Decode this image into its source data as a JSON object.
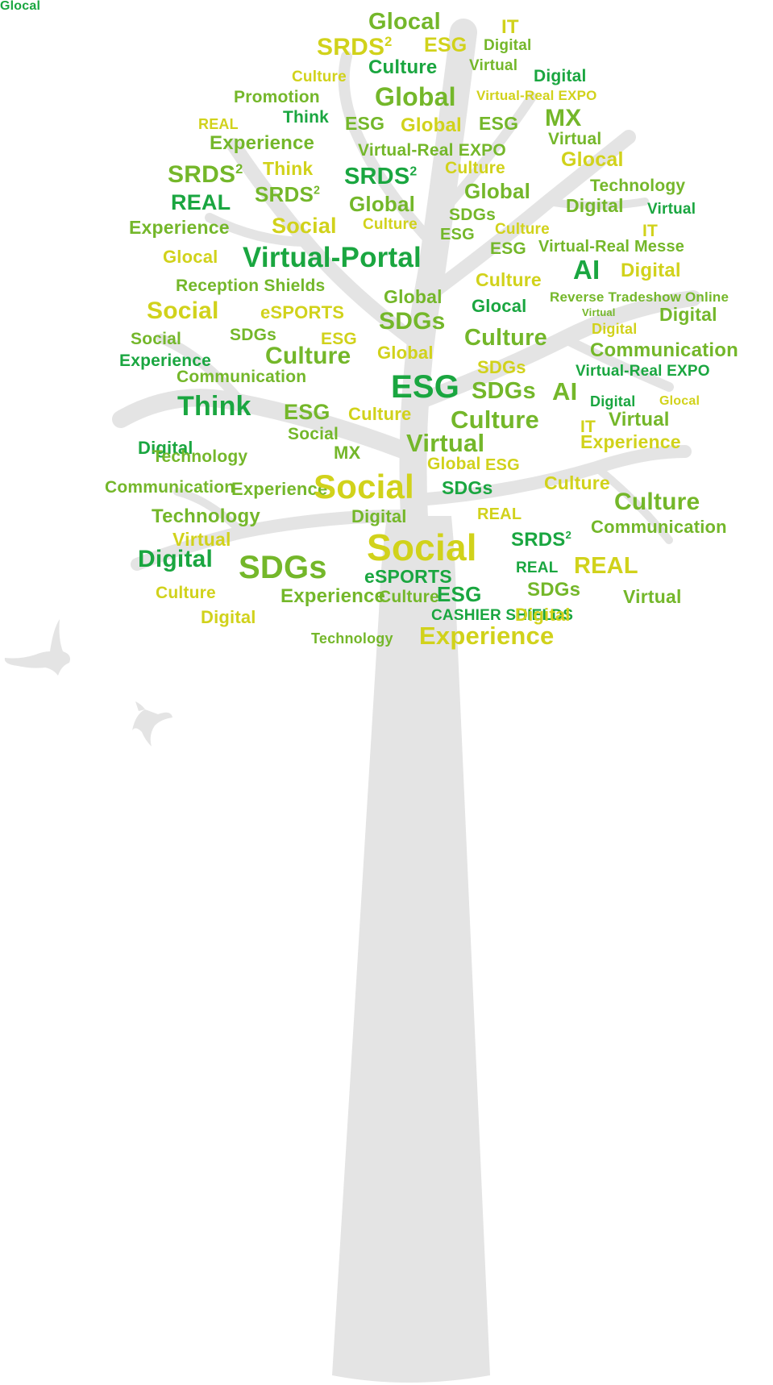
{
  "colors": {
    "dark_green": "#1aa640",
    "mid_green": "#74b72a",
    "lime": "#d1d21b",
    "tree_gray": "#e4e4e4"
  },
  "birds": [
    "bird-icon",
    "bird-icon"
  ],
  "words": [
    {
      "text": "Glocal",
      "c": "mid"
    },
    {
      "text": "IT",
      "c": "lime"
    },
    {
      "text": "SRDS",
      "sup": "2",
      "c": "lime"
    },
    {
      "text": "ESG",
      "c": "lime"
    },
    {
      "text": "Digital",
      "c": "mid"
    },
    {
      "text": "Culture",
      "c": "lime"
    },
    {
      "text": "Culture",
      "c": "dark"
    },
    {
      "text": "Virtual",
      "c": "mid"
    },
    {
      "text": "Digital",
      "c": "dark"
    },
    {
      "text": "Promotion",
      "c": "mid"
    },
    {
      "text": "Global",
      "c": "mid"
    },
    {
      "text": "Virtual-Real EXPO",
      "c": "lime"
    },
    {
      "text": "REAL",
      "c": "lime"
    },
    {
      "text": "Think",
      "c": "dark"
    },
    {
      "text": "ESG",
      "c": "mid"
    },
    {
      "text": "Global",
      "c": "lime"
    },
    {
      "text": "ESG",
      "c": "mid"
    },
    {
      "text": "MX",
      "c": "mid"
    },
    {
      "text": "Experience",
      "c": "mid"
    },
    {
      "text": "Virtual-Real EXPO",
      "c": "mid"
    },
    {
      "text": "Virtual",
      "c": "mid"
    },
    {
      "text": "SRDS",
      "sup": "2",
      "c": "mid"
    },
    {
      "text": "Think",
      "c": "lime"
    },
    {
      "text": "SRDS",
      "sup": "2",
      "c": "dark"
    },
    {
      "text": "Culture",
      "c": "lime"
    },
    {
      "text": "Glocal",
      "c": "lime"
    },
    {
      "text": "Technology",
      "c": "mid"
    },
    {
      "text": "Global",
      "c": "mid"
    },
    {
      "text": "REAL",
      "c": "dark"
    },
    {
      "text": "SRDS",
      "sup": "2",
      "c": "mid"
    },
    {
      "text": "Global",
      "c": "mid"
    },
    {
      "text": "Digital",
      "c": "mid"
    },
    {
      "text": "Virtual",
      "c": "dark"
    },
    {
      "text": "SDGs",
      "c": "mid"
    },
    {
      "text": "Experience",
      "c": "mid"
    },
    {
      "text": "Social",
      "c": "lime"
    },
    {
      "text": "Culture",
      "c": "lime"
    },
    {
      "text": "ESG",
      "c": "mid"
    },
    {
      "text": "Culture",
      "c": "lime"
    },
    {
      "text": "IT",
      "c": "lime"
    },
    {
      "text": "ESG",
      "c": "mid"
    },
    {
      "text": "Virtual-Real Messe",
      "c": "mid"
    },
    {
      "text": "Glocal",
      "c": "lime"
    },
    {
      "text": "Virtual-Portal",
      "c": "dark"
    },
    {
      "text": "AI",
      "c": "dark"
    },
    {
      "text": "Digital",
      "c": "lime"
    },
    {
      "text": "Reception Shields",
      "c": "mid"
    },
    {
      "text": "Culture",
      "c": "lime"
    },
    {
      "text": "Global",
      "c": "mid"
    },
    {
      "text": "Reverse Tradeshow Online",
      "c": "mid"
    },
    {
      "text": "Glocal",
      "c": "dark"
    },
    {
      "text": "Social",
      "c": "lime"
    },
    {
      "text": "eSPORTS",
      "c": "lime"
    },
    {
      "text": "Virtual",
      "c": "mid"
    },
    {
      "text": "Digital",
      "c": "mid"
    },
    {
      "text": "SDGs",
      "c": "mid"
    },
    {
      "text": "Digital",
      "c": "lime"
    },
    {
      "text": "Social",
      "c": "mid"
    },
    {
      "text": "SDGs",
      "c": "mid"
    },
    {
      "text": "ESG",
      "c": "lime"
    },
    {
      "text": "Culture",
      "c": "mid"
    },
    {
      "text": "Communication",
      "c": "mid"
    },
    {
      "text": "Experience",
      "c": "dark"
    },
    {
      "text": "Culture",
      "c": "mid"
    },
    {
      "text": "Global",
      "c": "lime"
    },
    {
      "text": "SDGs",
      "c": "lime"
    },
    {
      "text": "Virtual-Real EXPO",
      "c": "dark"
    },
    {
      "text": "Communication",
      "c": "mid"
    },
    {
      "text": "ESG",
      "c": "dark"
    },
    {
      "text": "SDGs",
      "c": "mid"
    },
    {
      "text": "AI",
      "c": "mid"
    },
    {
      "text": "Digital",
      "c": "dark"
    },
    {
      "text": "Glocal",
      "c": "lime"
    },
    {
      "text": "Think",
      "c": "dark"
    },
    {
      "text": "ESG",
      "c": "mid"
    },
    {
      "text": "Culture",
      "c": "lime"
    },
    {
      "text": "Culture",
      "c": "mid"
    },
    {
      "text": "Virtual",
      "c": "mid"
    },
    {
      "text": "IT",
      "c": "lime"
    },
    {
      "text": "Social",
      "c": "mid"
    },
    {
      "text": "Experience",
      "c": "lime"
    },
    {
      "text": "Virtual",
      "c": "mid"
    },
    {
      "text": "MX",
      "c": "mid"
    },
    {
      "text": "Digital",
      "c": "dark"
    },
    {
      "text": "Global",
      "c": "lime"
    },
    {
      "text": "ESG",
      "c": "lime"
    },
    {
      "text": "Technology",
      "c": "mid"
    },
    {
      "text": "Communication",
      "c": "mid"
    },
    {
      "text": "Experience",
      "c": "mid"
    },
    {
      "text": "Social",
      "c": "lime"
    },
    {
      "text": "SDGs",
      "c": "dark"
    },
    {
      "text": "Culture",
      "c": "lime"
    },
    {
      "text": "Digital",
      "c": "mid"
    },
    {
      "text": "REAL",
      "c": "lime"
    },
    {
      "text": "Culture",
      "c": "mid"
    },
    {
      "text": "Technology",
      "c": "mid"
    },
    {
      "text": "Virtual",
      "c": "lime"
    },
    {
      "text": "Communication",
      "c": "mid"
    },
    {
      "text": "Digital",
      "c": "dark"
    },
    {
      "text": "Social",
      "c": "lime"
    },
    {
      "text": "SRDS",
      "sup": "2",
      "c": "dark"
    },
    {
      "text": "SDGs",
      "c": "mid"
    },
    {
      "text": "REAL",
      "c": "dark"
    },
    {
      "text": "REAL",
      "c": "lime"
    },
    {
      "text": "eSPORTS",
      "c": "dark"
    },
    {
      "text": "Culture",
      "c": "lime"
    },
    {
      "text": "Experience",
      "c": "mid"
    },
    {
      "text": "Culture",
      "c": "mid"
    },
    {
      "text": "ESG",
      "c": "dark"
    },
    {
      "text": "SDGs",
      "c": "mid"
    },
    {
      "text": "Virtual",
      "c": "mid"
    },
    {
      "text": "Digital",
      "c": "lime"
    },
    {
      "text": "CASHIER SHIELDS",
      "c": "dark"
    },
    {
      "text": "Digital",
      "c": "lime"
    },
    {
      "text": "Technology",
      "c": "mid"
    },
    {
      "text": "Experience",
      "c": "lime"
    },
    {
      "text": "Glocal",
      "c": "dark"
    }
  ]
}
